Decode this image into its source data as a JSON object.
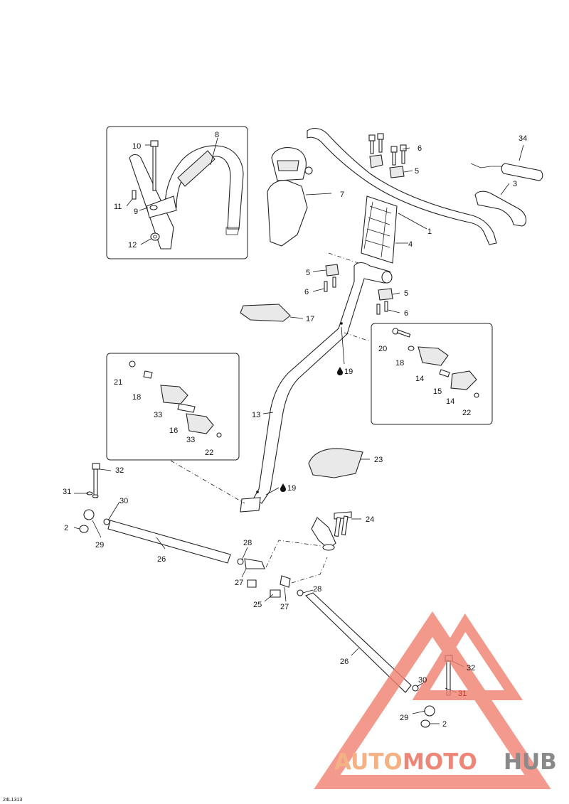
{
  "diagram": {
    "drawing_code": "24L1313",
    "callouts": {
      "c1": "1",
      "c3": "3",
      "c4": "4",
      "c5a": "5",
      "c5b": "5",
      "c5c": "5",
      "c6a": "6",
      "c6b": "6",
      "c6c": "6",
      "c7": "7",
      "c8": "8",
      "c9": "9",
      "c10": "10",
      "c11": "11",
      "c12": "12",
      "c13": "13",
      "c14a": "14",
      "c14b": "14",
      "c15": "15",
      "c16": "16",
      "c17": "17",
      "c18a": "18",
      "c18b": "18",
      "c19a": "19",
      "c19b": "19",
      "c20": "20",
      "c21": "21",
      "c22a": "22",
      "c22b": "22",
      "c23": "23",
      "c24": "24",
      "c25": "25",
      "c26a": "26",
      "c26b": "26",
      "c27a": "27",
      "c27b": "27",
      "c28a": "28",
      "c28b": "28",
      "c29a": "29",
      "c29b": "29",
      "c30a": "30",
      "c30b": "30",
      "c31a": "31",
      "c31b": "31",
      "c32a": "32",
      "c32b": "32",
      "c33a": "33",
      "c33b": "33",
      "c34": "34",
      "c2a": "2",
      "c2b": "2"
    }
  },
  "watermark": {
    "part1": "AUTO",
    "part2": "MOTO",
    "part3": "HUB",
    "colors": {
      "orange": "#f4b183",
      "red": "#ee8677",
      "gray": "#8a8a8a",
      "triangle": "#f08070"
    }
  }
}
